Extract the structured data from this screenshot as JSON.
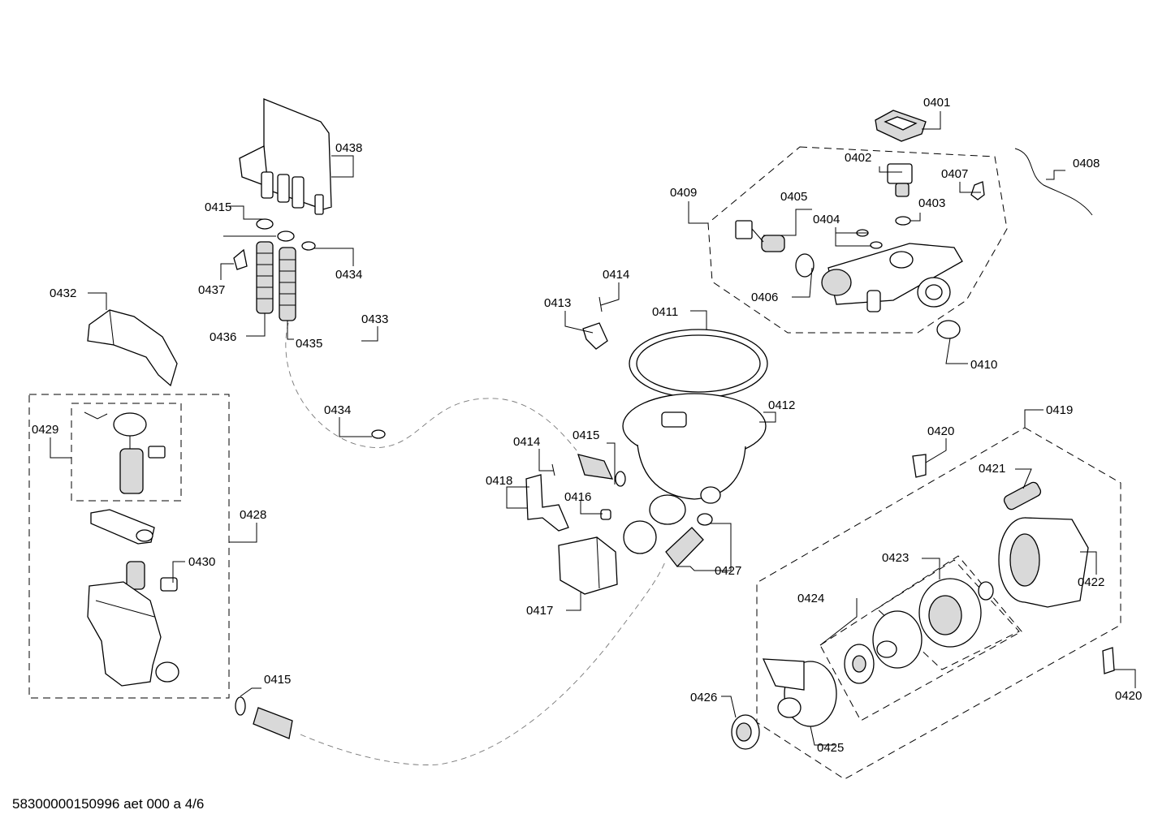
{
  "footer": "58300000150996 aet 000 a 4/6",
  "labels": {
    "p0401": "0401",
    "p0402": "0402",
    "p0403": "0403",
    "p0404": "0404",
    "p0405": "0405",
    "p0406": "0406",
    "p0407": "0407",
    "p0408": "0408",
    "p0409": "0409",
    "p0410": "0410",
    "p0411": "0411",
    "p0412": "0412",
    "p0413": "0413",
    "p0414a": "0414",
    "p0414b": "0414",
    "p0415a": "0415",
    "p0415b": "0415",
    "p0415c": "0415",
    "p0416": "0416",
    "p0417": "0417",
    "p0418": "0418",
    "p0419": "0419",
    "p0420a": "0420",
    "p0420b": "0420",
    "p0421": "0421",
    "p0422": "0422",
    "p0423": "0423",
    "p0424": "0424",
    "p0425": "0425",
    "p0426": "0426",
    "p0427": "0427",
    "p0428": "0428",
    "p0429": "0429",
    "p0430": "0430",
    "p0432": "0432",
    "p0433": "0433",
    "p0434a": "0434",
    "p0434b": "0434",
    "p0435": "0435",
    "p0436": "0436",
    "p0437": "0437",
    "p0438": "0438"
  }
}
